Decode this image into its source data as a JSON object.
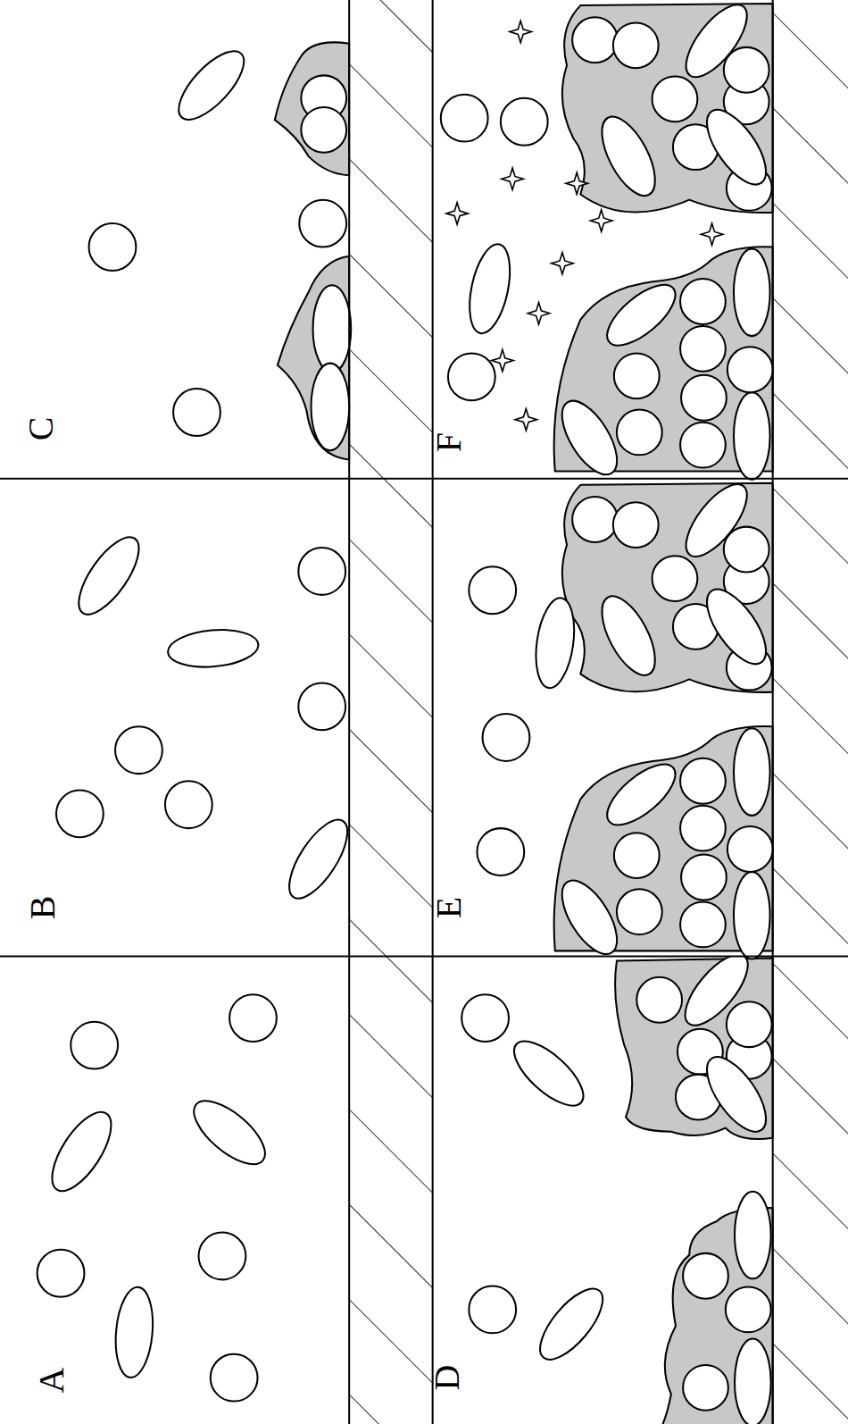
{
  "diagram": {
    "labels": [
      "A",
      "B",
      "C",
      "D",
      "E",
      "F"
    ]
  }
}
